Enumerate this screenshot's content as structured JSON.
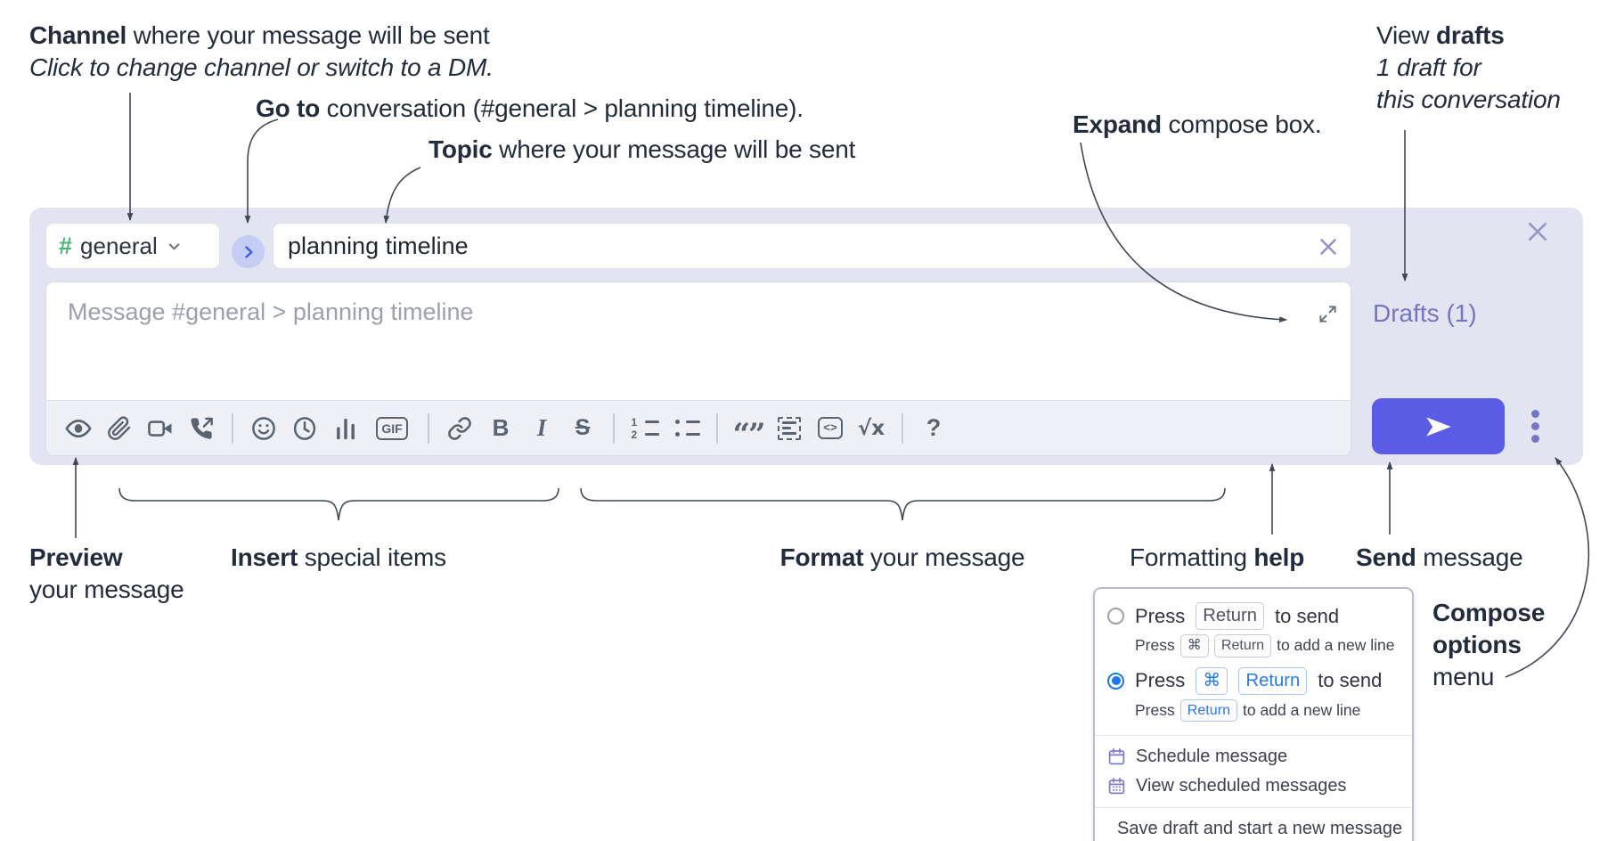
{
  "annotations": {
    "channel": {
      "bold": "Channel",
      "rest": " where your message will be sent",
      "line2": "Click to change channel or switch to a DM."
    },
    "goto": {
      "bold": "Go to",
      "rest": " conversation (#general > planning timeline)."
    },
    "topic": {
      "bold": "Topic",
      "rest": " where your message will be sent"
    },
    "expand": {
      "bold": "Expand",
      "rest": " compose box."
    },
    "drafts": {
      "pre": "View ",
      "bold": "drafts",
      "line2": "1 draft for",
      "line3": "this conversation"
    },
    "preview": {
      "bold": "Preview",
      "line2": "your message"
    },
    "insert": {
      "bold": "Insert",
      "rest": " special items"
    },
    "format": {
      "bold": "Format",
      "rest": " your message"
    },
    "help": {
      "pre": "Formatting ",
      "bold": "help"
    },
    "send": {
      "bold": "Send",
      "rest": " message"
    },
    "compose_options": {
      "line1": "Compose",
      "line2": "options",
      "line3": "menu"
    }
  },
  "compose": {
    "channel_selector": {
      "hash": "#",
      "name": "general"
    },
    "topic_input": {
      "value": "planning timeline"
    },
    "message_input": {
      "placeholder": "Message #general > planning timeline"
    },
    "drafts_link": "Drafts (1)",
    "toolbar": {
      "gif": "GIF",
      "bold_glyph": "B",
      "italic_glyph": "I",
      "strike_glyph": "S",
      "math_glyph": "√x",
      "quote_glyph": "“”",
      "help_glyph": "?",
      "ol1": "1",
      "ol2": "2"
    }
  },
  "menu": {
    "option1": {
      "pre1": "Press",
      "key1": "Return",
      "post1": "to send",
      "pre2": "Press",
      "key2a": "⌘",
      "key2b": "Return",
      "post2": "to add a new line"
    },
    "option2": {
      "pre1": "Press",
      "key1a": "⌘",
      "key1b": "Return",
      "post1": "to send",
      "pre2": "Press",
      "key2": "Return",
      "post2": "to add a new line"
    },
    "items": [
      {
        "label": "Schedule message"
      },
      {
        "label": "View scheduled messages"
      },
      {
        "label": "Save draft and start a new message"
      }
    ]
  },
  "colors": {
    "compose_bg": "#e2e4f2",
    "send_accent": "#5b5ce6",
    "drafts_link": "#7376c0",
    "channel_hash_green": "#4db378",
    "selected_blue": "#1f78e0",
    "menu_icon_purple": "#7b7dc9",
    "annotation_text": "#232c3c"
  }
}
